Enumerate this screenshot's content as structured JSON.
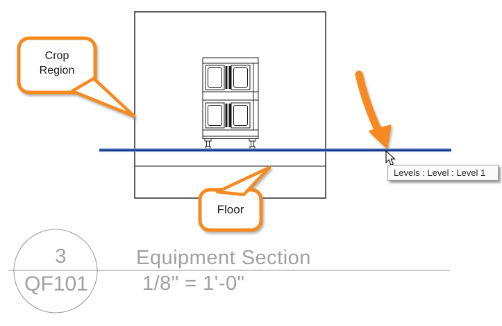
{
  "colors": {
    "annotation_orange": "#F6891F",
    "level_line_core": "#1B3A8C",
    "level_line_halo": "#7B9BD4",
    "drawing_black": "#1A1A1A",
    "title_gray": "#A0A0A0",
    "tooltip_border": "#9A9A9A",
    "tooltip_bg": "#FAFAFA"
  },
  "callouts": {
    "crop_region": {
      "label": "Crop Region"
    },
    "floor": {
      "label": "Floor"
    }
  },
  "tooltip": {
    "text": "Levels : Level : Level 1"
  },
  "view_title": {
    "detail_number": "3",
    "sheet_number": "QF101",
    "name": "Equipment Section",
    "scale": "1/8\" = 1'-0\""
  }
}
